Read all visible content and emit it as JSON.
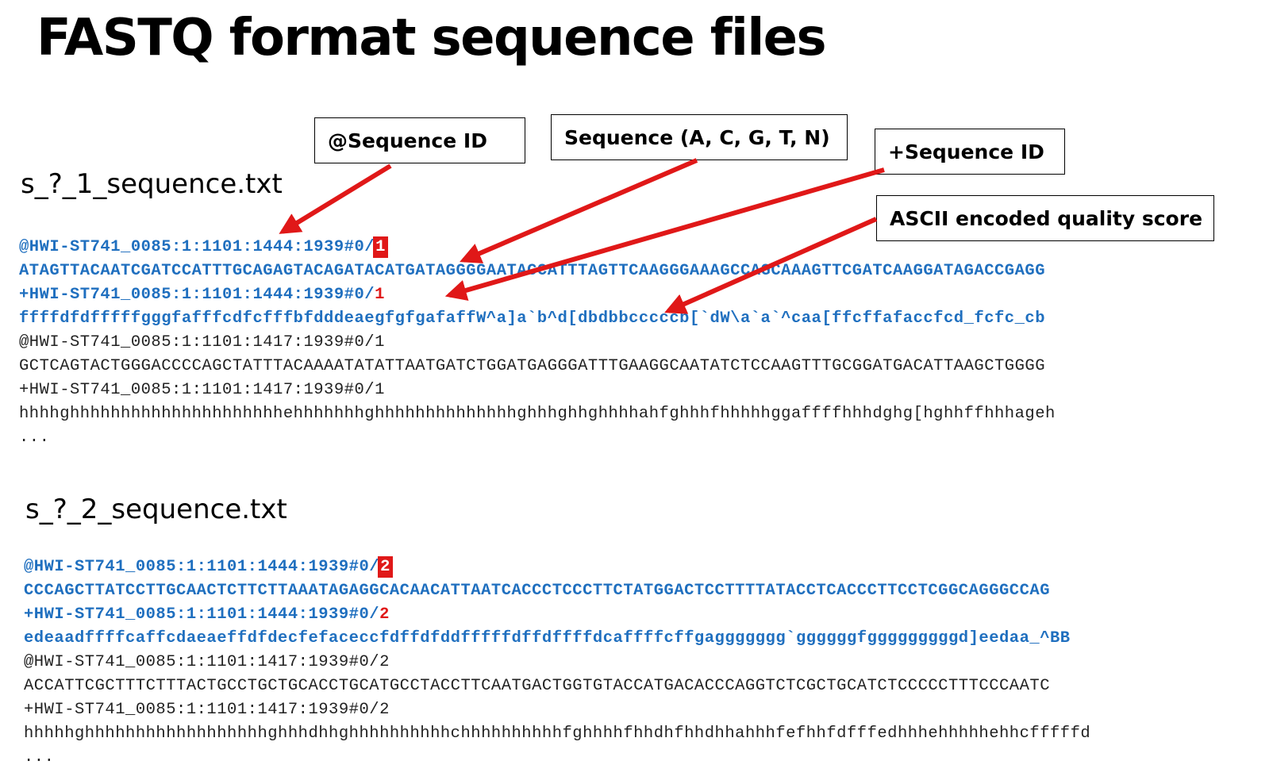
{
  "title": "FASTQ format sequence files",
  "callouts": {
    "seq_id": "@Sequence ID",
    "sequence": "Sequence (A, C, G, T, N)",
    "plus_id": "+Sequence ID",
    "quality": "ASCII encoded quality score"
  },
  "file1": {
    "name": "s_?_1_sequence.txt",
    "lines": {
      "l1": "@HWI-ST741_0085:1:1101:1444:1939#0/",
      "l1_suffix": "1",
      "l2": "ATAGTTACAATCGATCCATTTGCAGAGTACAGATACATGATAGGGGAATACCATTTAGTTCAAGGGAAAGCCAGCAAAGTTCGATCAAGGATAGACCGAGG",
      "l3": "+HWI-ST741_0085:1:1101:1444:1939#0/",
      "l3_suffix": "1",
      "l4": "ffffdfdfffffgggfafffcdfcfffbfdddeaegfgfgafaffW^a]a`b^d[dbdbbcccccb[`dW\\a`a`^caa[ffcffafaccfcd_fcfc_cb",
      "l5": "@HWI-ST741_0085:1:1101:1417:1939#0/1",
      "l6": "GCTCAGTACTGGGACCCCAGCTATTTACAAAATATATTAATGATCTGGATGAGGGATTTGAAGGCAATATCTCCAAGTTTGCGGATGACATTAAGCTGGGG",
      "l7": "+HWI-ST741_0085:1:1101:1417:1939#0/1",
      "l8": "hhhhghhhhhhhhhhhhhhhhhhhhhehhhhhhhghhhhhhhhhhhhhhghhhghhghhhhahfghhhfhhhhhggaffffhhhdghg[hghhffhhhageh",
      "ellipsis": "..."
    }
  },
  "file2": {
    "name": "s_?_2_sequence.txt",
    "lines": {
      "l1": "@HWI-ST741_0085:1:1101:1444:1939#0/",
      "l1_suffix": "2",
      "l2": "CCCAGCTTATCCTTGCAACTCTTCTTAAATAGAGGCACAACATTAATCACCCTCCCTTCTATGGACTCCTTTTATACCTCACCCTTCCTCGGCAGGGCCAG",
      "l3": "+HWI-ST741_0085:1:1101:1444:1939#0/",
      "l3_suffix": "2",
      "l4": "edeaadffffcaffcdaeaeffdfdecfefaceccfdffdfddfffffdffdffffdcaffffcffgaggggggg`ggggggfgggggggggd]eedaa_^BB",
      "l5": "@HWI-ST741_0085:1:1101:1417:1939#0/2",
      "l6": "ACCATTCGCTTTCTTTACTGCCTGCTGCACCTGCATGCCTACCTTCAATGACTGGTGTACCATGACACCCAGGTCTCGCTGCATCTCCCCCTTTCCCAATC",
      "l7": "+HWI-ST741_0085:1:1101:1417:1939#0/2",
      "l8": "hhhhhghhhhhhhhhhhhhhhhhhghhhdhhghhhhhhhhhhchhhhhhhhhhfghhhhfhhdhfhhdhhahhhfefhhfdfffedhhhehhhhhehhcfffffd",
      "ellipsis": "..."
    }
  },
  "colors": {
    "highlight_blue": "#1f6fbf",
    "arrow_red": "#e01818",
    "plain_text": "#222222"
  }
}
